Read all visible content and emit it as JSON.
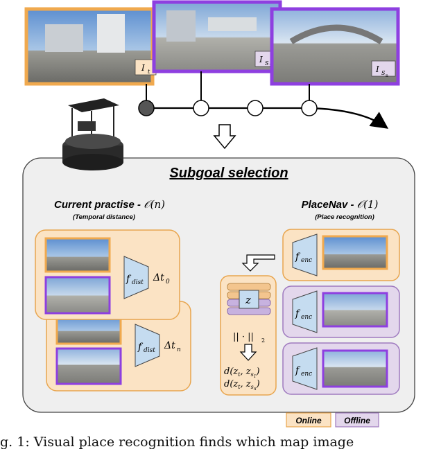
{
  "top": {
    "label_t": "I",
    "sub_t": "t",
    "label_s1": "I",
    "sub_s1": "S",
    "subsub_s1": "1",
    "label_sn": "I",
    "sub_sn": "S",
    "subsub_sn": "n"
  },
  "panel": {
    "title": "Subgoal selection"
  },
  "left": {
    "title_prefix": "Current practise - ",
    "title_math": "𝒪(n)",
    "subtitle": "(Temporal distance)",
    "fdist_top": "f",
    "fdist_top_sub": "dist",
    "delta_top": "Δt",
    "delta_top_sub": "0",
    "fdist_bottom": "f",
    "fdist_bottom_sub": "dist",
    "delta_bottom": "Δt",
    "delta_bottom_sub": "n"
  },
  "right": {
    "title_prefix": "PlaceNav - ",
    "title_math": "𝒪(1)",
    "subtitle": "(Place recognition)",
    "fenc_1": "f",
    "fenc_1_sub": "enc",
    "fenc_2": "f",
    "fenc_2_sub": "enc",
    "fenc_3": "f",
    "fenc_3_sub": "enc"
  },
  "middle": {
    "z": "z",
    "norm": "|| · ||",
    "norm_sub": "2",
    "dist1": "d(z",
    "dist1_mid": "t",
    "dist1_rest": ", z",
    "dist1_sub": "s",
    "dist1_subsub": "1",
    "dist2": "d(z",
    "dist2_mid": "t",
    "dist2_rest": ", z",
    "dist2_sub": "s",
    "dist2_subsub": "n"
  },
  "legend": {
    "online": "Online",
    "offline": "Offline"
  },
  "caption": "g. 1: Visual place recognition finds which map image",
  "colors": {
    "online_fill": "#fbe3c4",
    "online_border": "#f0a94e",
    "offline_fill": "#e3d7ec",
    "offline_border": "#8e3fe0",
    "encoder_fill": "#c5dcf0",
    "panel_fill": "#efefef"
  }
}
